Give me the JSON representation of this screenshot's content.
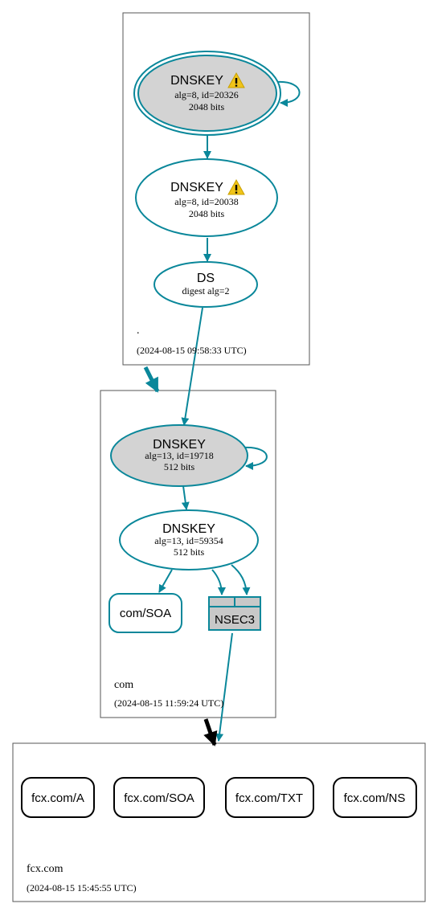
{
  "zones": {
    "root": {
      "name": ".",
      "timestamp": "(2024-08-15 09:58:33 UTC)"
    },
    "com": {
      "name": "com",
      "timestamp": "(2024-08-15 11:59:24 UTC)"
    },
    "fcx": {
      "name": "fcx.com",
      "timestamp": "(2024-08-15 15:45:55 UTC)"
    }
  },
  "nodes": {
    "root_ksk": {
      "title": "DNSKEY",
      "line1": "alg=8, id=20326",
      "line2": "2048 bits",
      "warning": true
    },
    "root_zsk": {
      "title": "DNSKEY",
      "line1": "alg=8, id=20038",
      "line2": "2048 bits",
      "warning": true
    },
    "root_ds": {
      "title": "DS",
      "line1": "digest alg=2"
    },
    "com_ksk": {
      "title": "DNSKEY",
      "line1": "alg=13, id=19718",
      "line2": "512 bits"
    },
    "com_zsk": {
      "title": "DNSKEY",
      "line1": "alg=13, id=59354",
      "line2": "512 bits"
    },
    "com_soa": {
      "label": "com/SOA"
    },
    "com_nsec3": {
      "label": "NSEC3"
    },
    "fcx_a": {
      "label": "fcx.com/A"
    },
    "fcx_soa": {
      "label": "fcx.com/SOA"
    },
    "fcx_txt": {
      "label": "fcx.com/TXT"
    },
    "fcx_ns": {
      "label": "fcx.com/NS"
    }
  },
  "colors": {
    "edge": "#0a879a",
    "ksk_fill": "#d3d3d3",
    "nsec_fill": "#c8c8c8",
    "warning": "#f0c419",
    "delegation_insecure": "#000000"
  },
  "icons": {
    "warning": "warning-triangle-icon"
  }
}
